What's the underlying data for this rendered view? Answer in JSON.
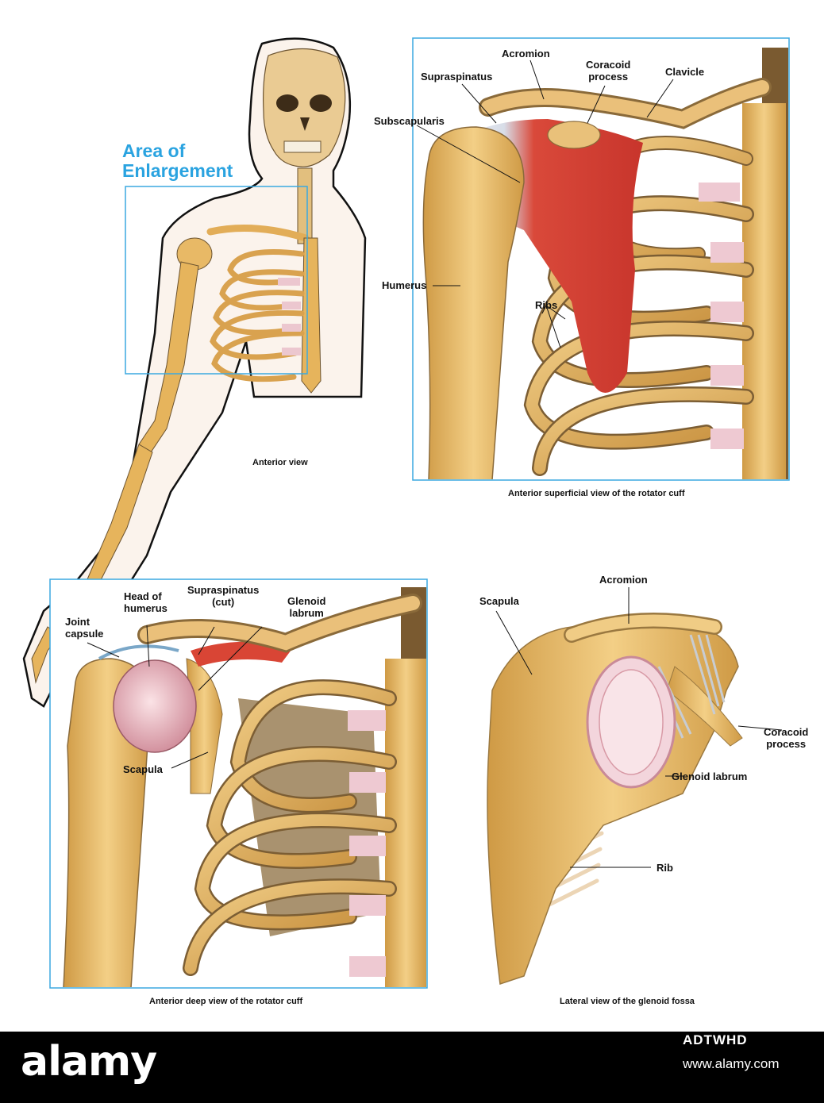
{
  "diagram": {
    "area_title_line1": "Area of",
    "area_title_line2": "Enlargement",
    "panel_captions": {
      "anterior_view": "Anterior view",
      "superficial": "Anterior superficial view of the rotator cuff",
      "deep": "Anterior deep view of the rotator cuff",
      "lateral": "Lateral view of the glenoid fossa"
    },
    "superficial_labels": {
      "acromion": "Acromion",
      "supraspinatus": "Supraspinatus",
      "coracoid_1": "Coracoid",
      "coracoid_2": "process",
      "clavicle": "Clavicle",
      "subscapularis": "Subscapularis",
      "humerus": "Humerus",
      "ribs": "Ribs"
    },
    "deep_labels": {
      "joint_capsule_1": "Joint",
      "joint_capsule_2": "capsule",
      "head_humerus_1": "Head of",
      "head_humerus_2": "humerus",
      "supraspinatus_1": "Supraspinatus",
      "supraspinatus_2": "(cut)",
      "glenoid_1": "Glenoid",
      "glenoid_2": "labrum",
      "scapula": "Scapula"
    },
    "lateral_labels": {
      "acromion": "Acromion",
      "scapula": "Scapula",
      "coracoid_1": "Coracoid",
      "coracoid_2": "process",
      "glenoid_labrum": "Glenoid labrum",
      "rib": "Rib"
    },
    "colors": {
      "bone": "#e6b45c",
      "bone_shadow": "#8a6a3a",
      "muscle": "#d94535",
      "cartilage": "#eec9d2",
      "frame": "#3ba9e0",
      "skin": "#fbf3ec"
    }
  },
  "footer": {
    "logo": "alamy",
    "image_id": "ADTWHD",
    "site": "www.alamy.com"
  }
}
